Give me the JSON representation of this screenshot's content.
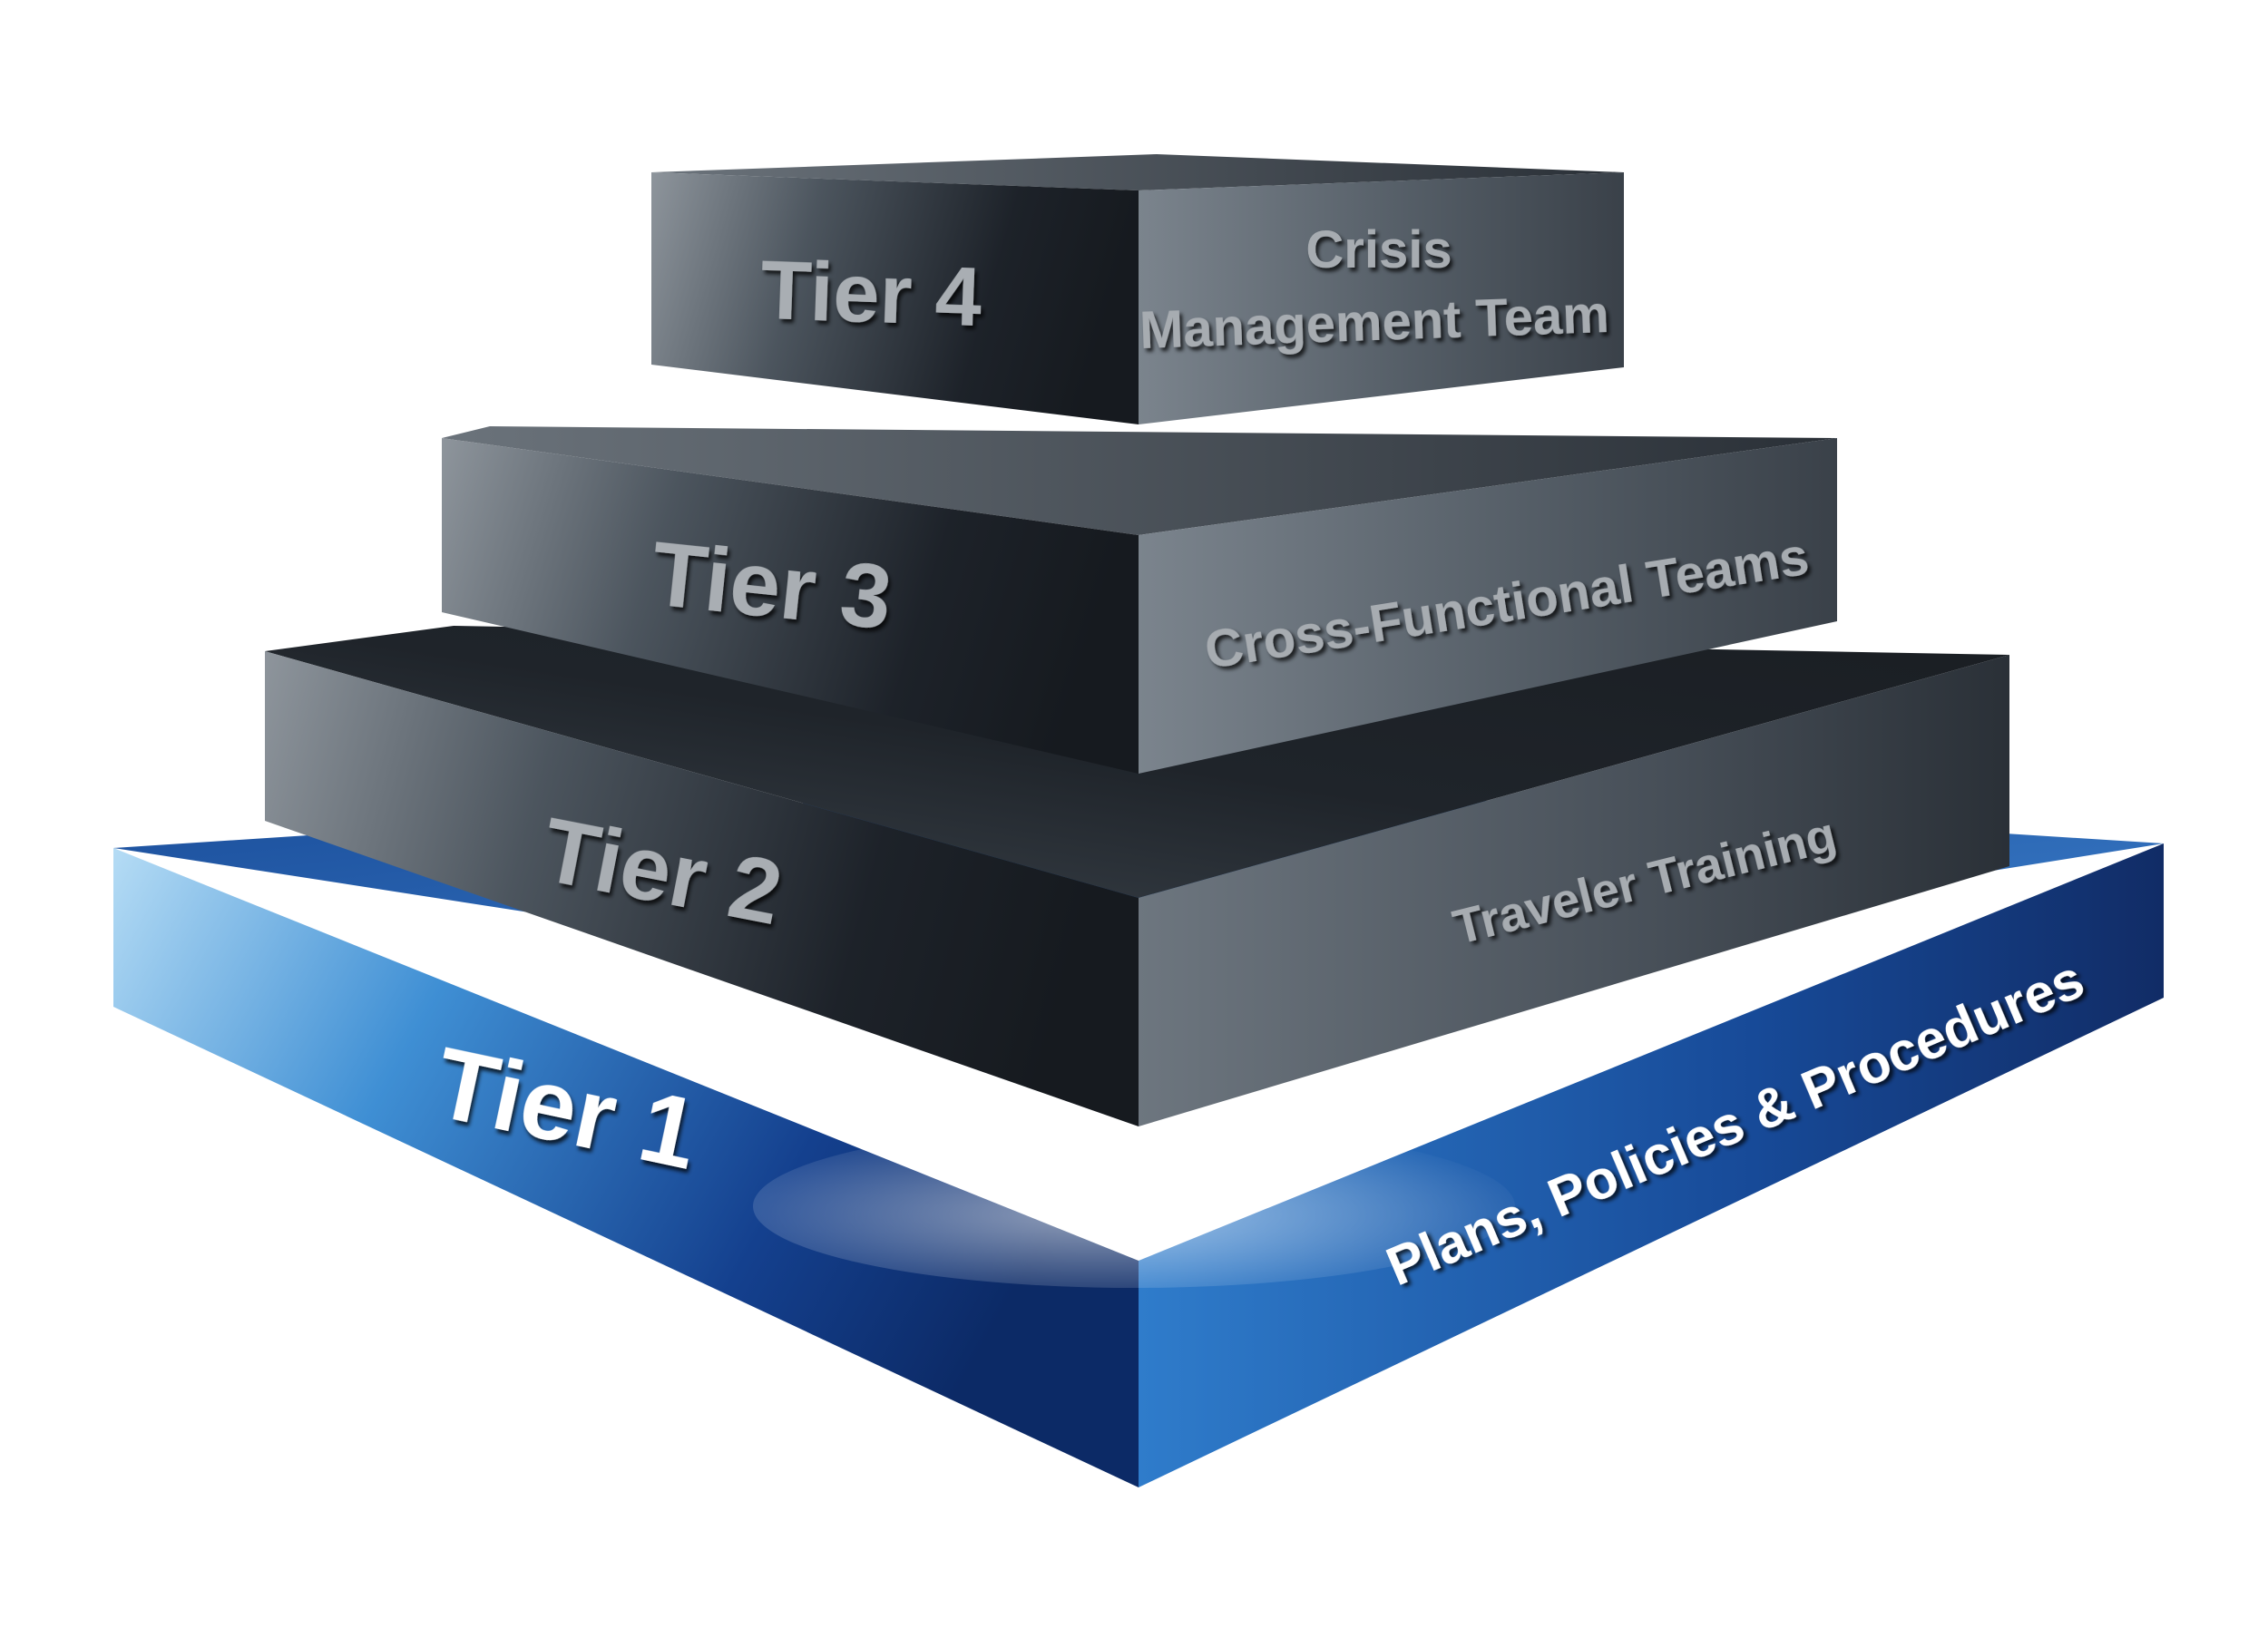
{
  "tiers": [
    {
      "name": "Tier 1",
      "description": "Plans, Policies & Procedures"
    },
    {
      "name": "Tier 2",
      "description": "Traveler Training"
    },
    {
      "name": "Tier 3",
      "description": "Cross-Functional Teams"
    },
    {
      "name": "Tier 4",
      "description_line1": "Crisis",
      "description_line2": "Management Team"
    }
  ],
  "colors": {
    "background": "#ffffff",
    "tier1_front_light": "#a9d3f0",
    "tier1_front_mid": "#3b8ad0",
    "tier1_front_dark": "#0e2d6e",
    "tier1_side_light": "#2f78c4",
    "tier1_side_dark": "#102a63",
    "gray_slab_light": "#8f969d",
    "gray_slab_mid": "#3a434c",
    "gray_slab_dark": "#15191e",
    "gray_side_light": "#7d8690",
    "gray_side_dark": "#2b3138",
    "gray_text": "#a7acb1",
    "white_text": "#ffffff"
  }
}
